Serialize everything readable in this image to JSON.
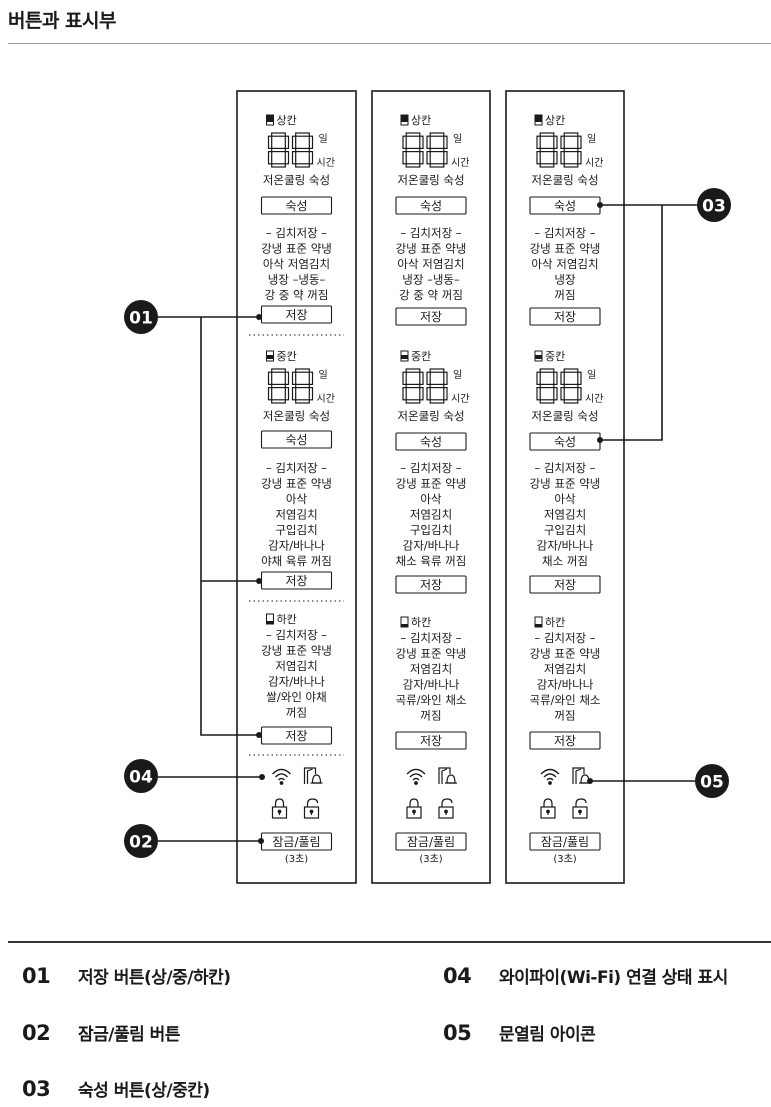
{
  "title": "버튼과 표시부",
  "compartments": {
    "upper": "상칸",
    "middle": "중칸",
    "lower": "하칸"
  },
  "display": {
    "digits": "88",
    "unit_day": "일",
    "unit_hour": "시간",
    "cooling_label": "저온쿨링 숙성"
  },
  "buttons": {
    "ripen": "숙성",
    "store": "저장",
    "lock": "잠금/풀림",
    "lock_hint": "(3초)"
  },
  "panels": [
    {
      "upper_options": [
        "– 김치저장 –",
        "강냉 표준 약냉",
        "아삭 저염김치",
        "냉장 –냉동–",
        "강 중 약 꺼짐"
      ],
      "middle_options": [
        "– 김치저장 –",
        "강냉 표준 약냉",
        "아삭",
        "저염김치",
        "구입김치",
        "감자/바나나",
        "야채 육류 꺼짐"
      ],
      "lower_options": [
        "– 김치저장 –",
        "강냉 표준 약냉",
        "저염김치",
        "감자/바나나",
        "쌀/와인 야채",
        "꺼짐"
      ]
    },
    {
      "upper_options": [
        "– 김치저장 –",
        "강냉 표준 약냉",
        "아삭 저염김치",
        "냉장 –냉동–",
        "강 중 약 꺼짐"
      ],
      "middle_options": [
        "– 김치저장 –",
        "강냉 표준 약냉",
        "아삭",
        "저염김치",
        "구입김치",
        "감자/바나나",
        "채소 육류 꺼짐"
      ],
      "lower_options": [
        "– 김치저장 –",
        "강냉 표준 약냉",
        "저염김치",
        "감자/바나나",
        "곡류/와인 채소",
        "꺼짐"
      ]
    },
    {
      "upper_options": [
        "– 김치저장 –",
        "강냉 표준 약냉",
        "아삭 저염김치",
        "냉장",
        "꺼짐"
      ],
      "middle_options": [
        "– 김치저장 –",
        "강냉 표준 약냉",
        "아삭",
        "저염김치",
        "구입김치",
        "감자/바나나",
        "채소      꺼짐"
      ],
      "lower_options": [
        "– 김치저장 –",
        "강냉 표준 약냉",
        "저염김치",
        "감자/바나나",
        "곡류/와인 채소",
        "꺼짐"
      ]
    }
  ],
  "callouts": [
    "01",
    "02",
    "03",
    "04",
    "05"
  ],
  "legend": [
    {
      "num": "01",
      "text": "저장 버튼(상/중/하칸)"
    },
    {
      "num": "02",
      "text": "잠금/풀림 버튼"
    },
    {
      "num": "03",
      "text": "숙성 버튼(상/중칸)"
    },
    {
      "num": "04",
      "text": "와이파이(Wi-Fi) 연결 상태 표시"
    },
    {
      "num": "05",
      "text": "문열림 아이콘"
    }
  ],
  "icons": [
    "compartment-icon",
    "wifi-icon",
    "door-alarm-icon",
    "lock-icon",
    "unlock-icon"
  ],
  "colors": {
    "ink": "#1a1a1a",
    "badge": "#1a1a1a",
    "badge_text": "#ffffff"
  }
}
